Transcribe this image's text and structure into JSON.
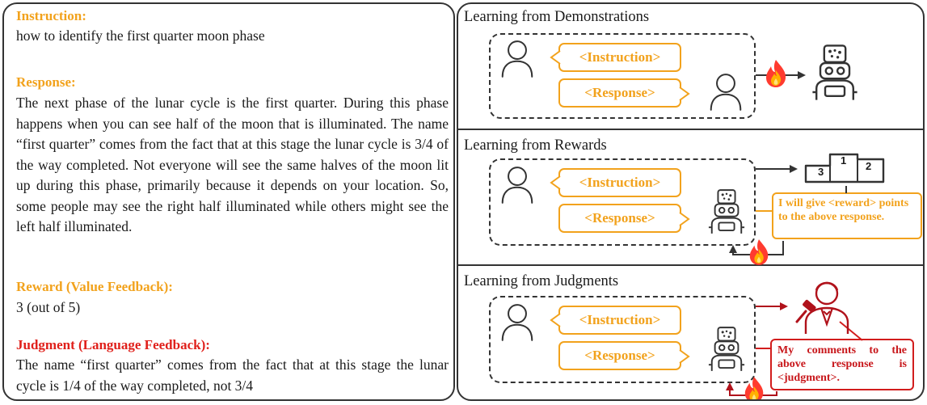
{
  "left": {
    "instruction_heading": "Instruction:",
    "instruction_text": "how to identify the first quarter moon phase",
    "response_heading": "Response:",
    "response_text": "The next phase of the lunar cycle is the first quarter. During this phase happens when you can see half of the moon that is illuminated. The name “first quarter” comes from the fact that at this stage the lunar cycle is 3/4 of the way completed. Not everyone will see the same halves of the moon lit up during this phase, primarily because it depends on your location. So, some people may see the right half illuminated while others might see the left half illuminated.",
    "reward_heading": "Reward (Value Feedback):",
    "reward_text": "3 (out of 5)",
    "judgment_heading": "Judgment (Language Feedback):",
    "judgment_text": "The name “first quarter” comes from the fact that at this stage the lunar cycle is 1/4 of the way completed, not 3/4"
  },
  "right": {
    "demo_title": "Learning from Demonstrations",
    "rewards_title": "Learning from Rewards",
    "judgments_title": "Learning from Judgments",
    "instruction_label": "<Instruction>",
    "response_label": "<Response>",
    "reward_note": "I will give <reward> points to the above response.",
    "judgment_note": "My comments to the above response is <judgment>.",
    "podium": [
      "1",
      "2",
      "3"
    ]
  },
  "colors": {
    "orange": "#f2a21c",
    "red": "#c8171b",
    "dark": "#333333"
  },
  "icons": [
    "user-icon",
    "robot-icon",
    "fire-icon",
    "podium-icon",
    "judge-icon",
    "gavel-icon"
  ]
}
